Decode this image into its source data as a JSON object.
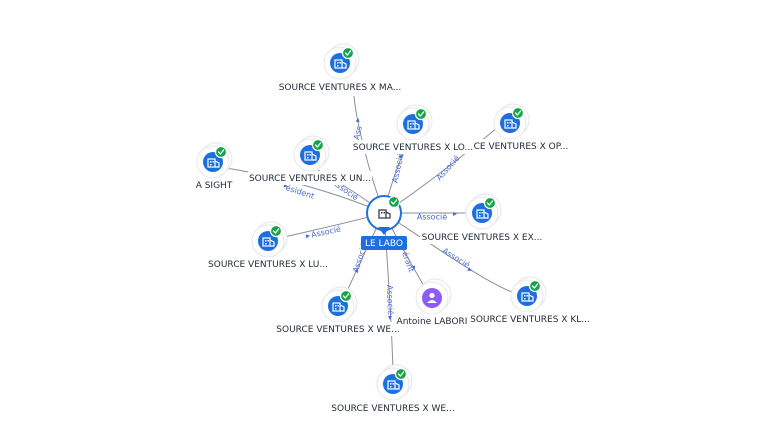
{
  "colors": {
    "company": "#1d6fe0",
    "person": "#8b5cf6",
    "check": "#16a34a",
    "edge_label": "#4a6cd4",
    "edge": "#8a8f98"
  },
  "center": {
    "id": "le-labo",
    "label": "LE LABO",
    "icon": "building-icon"
  },
  "nodes": [
    {
      "id": "n-ma",
      "label": "SOURCE VENTURES X MA...",
      "type": "company",
      "icon": "building-icon",
      "check": true
    },
    {
      "id": "n-lo",
      "label": "SOURCE VENTURES X LO...",
      "type": "company",
      "icon": "building-icon",
      "check": true
    },
    {
      "id": "n-op",
      "label": "CE VENTURES X OP...",
      "type": "company",
      "icon": "building-icon",
      "check": true
    },
    {
      "id": "n-sight",
      "label": "A SIGHT",
      "type": "company",
      "icon": "building-icon",
      "check": true
    },
    {
      "id": "n-un",
      "label": "SOURCE VENTURES X UN...",
      "type": "company",
      "icon": "building-icon",
      "check": true
    },
    {
      "id": "n-ex",
      "label": "SOURCE VENTURES X EX...",
      "type": "company",
      "icon": "building-icon",
      "check": true
    },
    {
      "id": "n-lu",
      "label": "SOURCE VENTURES X LU...",
      "type": "company",
      "icon": "building-icon",
      "check": true
    },
    {
      "id": "n-kl",
      "label": "SOURCE VENTURES X KL...",
      "type": "company",
      "icon": "building-icon",
      "check": true
    },
    {
      "id": "n-we1",
      "label": "SOURCE VENTURES X WE...",
      "type": "company",
      "icon": "building-icon",
      "check": true
    },
    {
      "id": "n-antoine",
      "label": "Antoine LABORI",
      "type": "person",
      "icon": "person-icon",
      "check": false
    },
    {
      "id": "n-we2",
      "label": "SOURCE VENTURES X WE...",
      "type": "company",
      "icon": "building-icon",
      "check": true
    }
  ],
  "edges": [
    {
      "to": "n-ma",
      "label": "Ass"
    },
    {
      "to": "n-lo",
      "label": "Associé"
    },
    {
      "to": "n-op",
      "label": "Associé"
    },
    {
      "to": "n-sight",
      "label": "ésident"
    },
    {
      "to": "n-un",
      "label": "Associé"
    },
    {
      "to": "n-ex",
      "label": "Associé"
    },
    {
      "to": "n-lu",
      "label": "Associé"
    },
    {
      "to": "n-kl",
      "label": "Associé"
    },
    {
      "to": "n-we1",
      "label": "Associé"
    },
    {
      "to": "n-antoine",
      "label": "érant"
    },
    {
      "to": "n-we2",
      "label": "Associé"
    }
  ]
}
